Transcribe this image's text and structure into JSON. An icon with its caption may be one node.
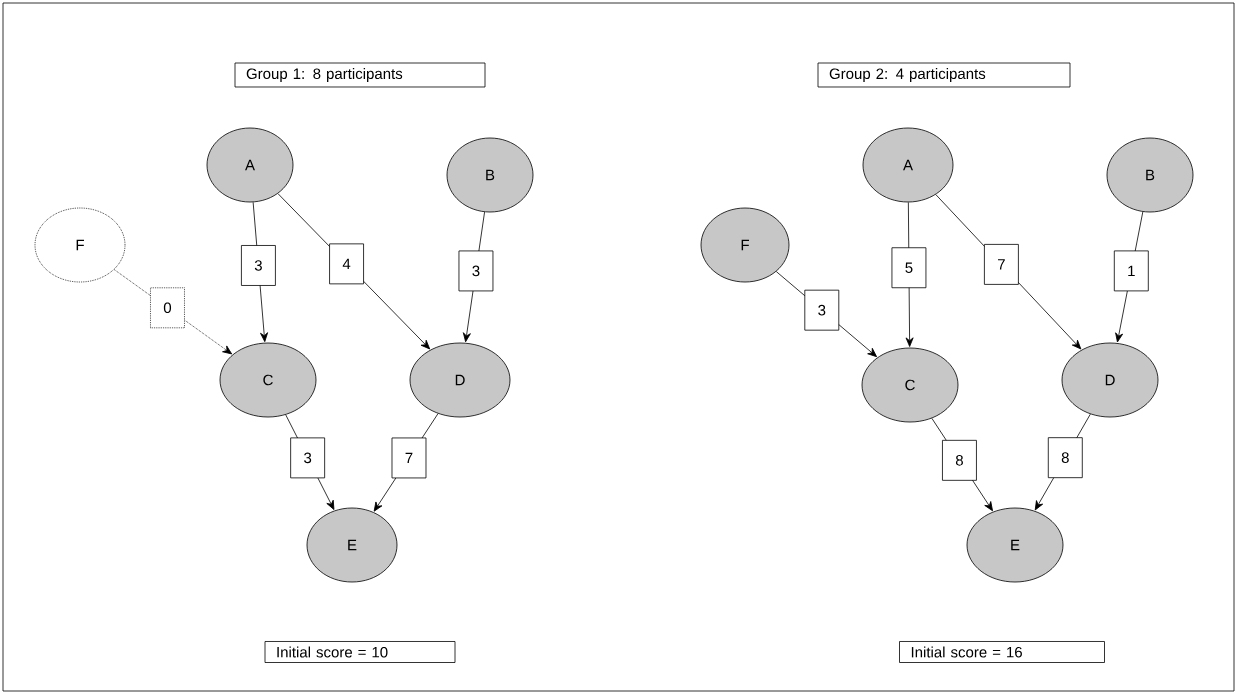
{
  "diagram": {
    "nodes": [
      {
        "text": [
          "Group 1:  8 participants"
        ]
      },
      {
        "text": [
          "A"
        ]
      },
      {
        "text": [
          "B"
        ]
      },
      {
        "text": [
          "F"
        ]
      },
      {
        "text": [
          "C"
        ]
      },
      {
        "text": [
          "D"
        ]
      },
      {
        "text": [
          "E"
        ]
      },
      {
        "text": [
          "Initial score = 10"
        ]
      },
      {
        "text": [
          "Group 2:  4 participants"
        ]
      },
      {
        "text": [
          "A"
        ]
      },
      {
        "text": [
          "B"
        ]
      },
      {
        "text": [
          "F"
        ]
      },
      {
        "text": [
          "C"
        ]
      },
      {
        "text": [
          "D"
        ]
      },
      {
        "text": [
          "E"
        ]
      },
      {
        "text": [
          "Initial score = 16"
        ]
      }
    ],
    "edges": [
      {
        "from": 1,
        "to": 4,
        "arrow": "to",
        "label": "3"
      },
      {
        "from": 1,
        "to": 5,
        "arrow": "to",
        "label": "4"
      },
      {
        "from": 2,
        "to": 5,
        "arrow": "to",
        "label": "3"
      },
      {
        "from": 3,
        "to": 4,
        "arrow": "to",
        "label": "0",
        "style": "dashed"
      },
      {
        "from": 4,
        "to": 6,
        "arrow": "to",
        "label": "3"
      },
      {
        "from": 5,
        "to": 6,
        "arrow": "to",
        "label": "7"
      },
      {
        "from": 9,
        "to": 12,
        "arrow": "to",
        "label": "5"
      },
      {
        "from": 9,
        "to": 13,
        "arrow": "to",
        "label": "7"
      },
      {
        "from": 10,
        "to": 13,
        "arrow": "to",
        "label": "1"
      },
      {
        "from": 11,
        "to": 12,
        "arrow": "to",
        "label": "3"
      },
      {
        "from": 12,
        "to": 14,
        "arrow": "to",
        "label": "8"
      },
      {
        "from": 13,
        "to": 14,
        "arrow": "to",
        "label": "8"
      }
    ]
  }
}
